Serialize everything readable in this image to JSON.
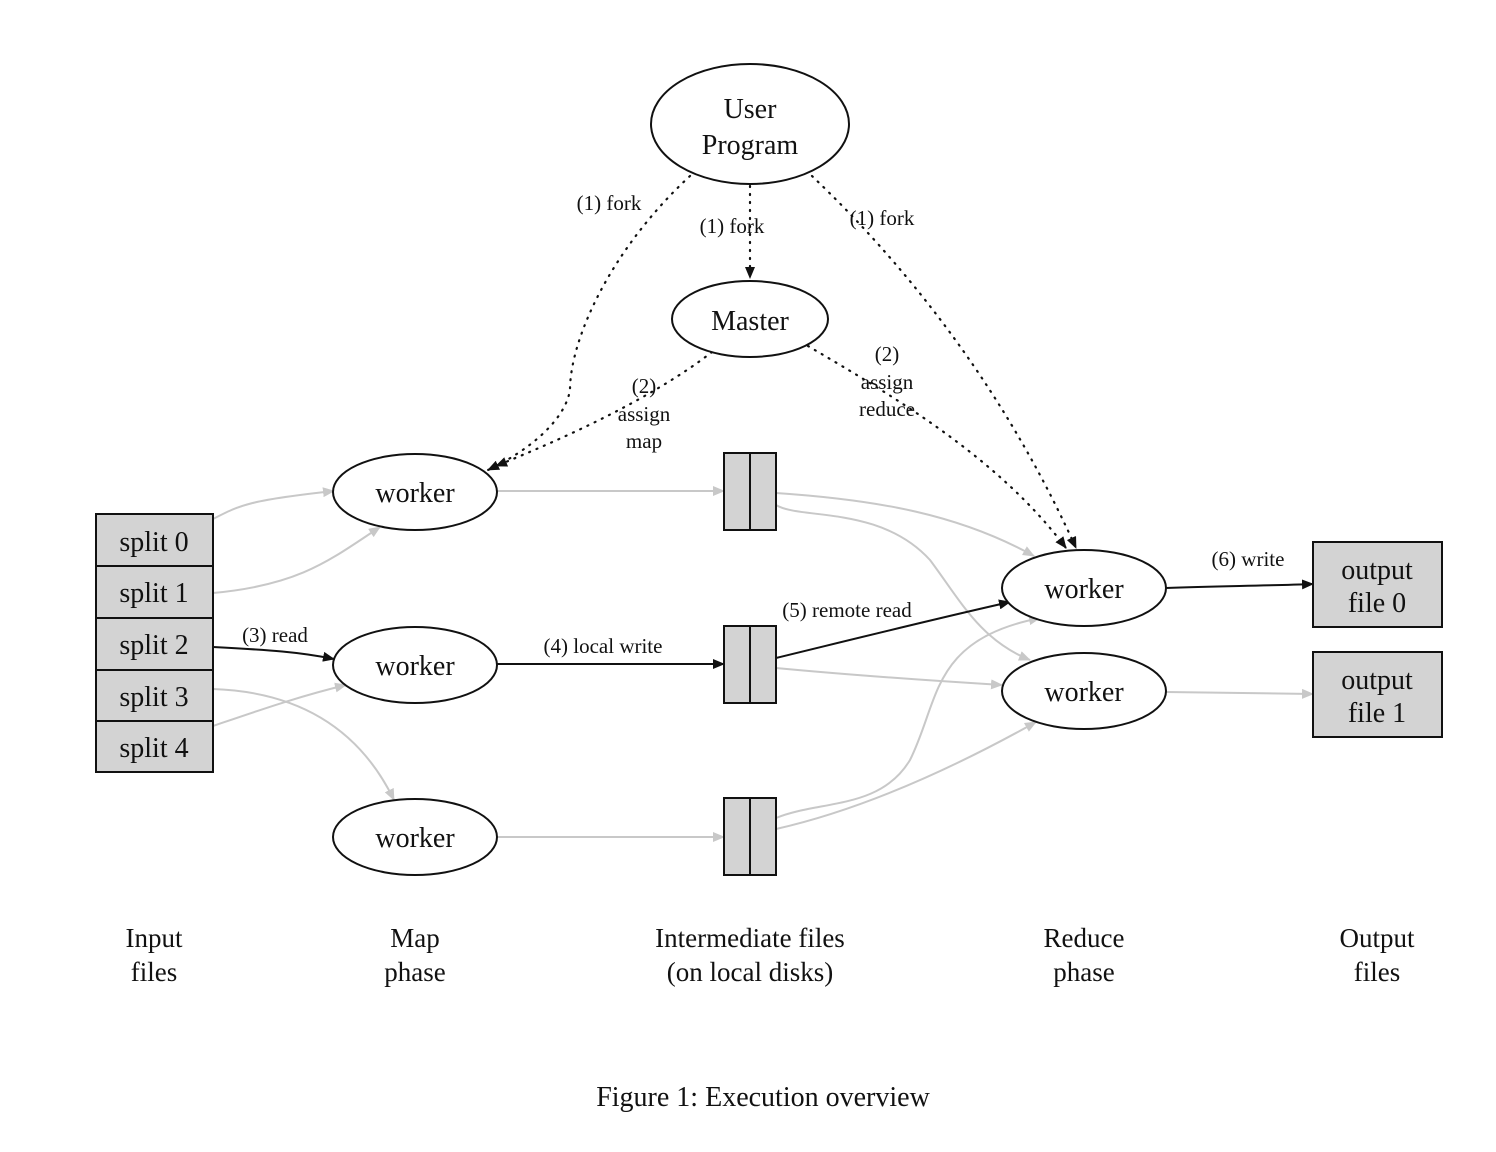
{
  "colors": {
    "box_fill": "#d3d3d3",
    "line": "#111111",
    "grey_edge": "#c8c8c8"
  },
  "nodes": {
    "user_program": [
      "User",
      "Program"
    ],
    "master": "Master",
    "map_workers": [
      "worker",
      "worker",
      "worker"
    ],
    "reduce_workers": [
      "worker",
      "worker"
    ],
    "splits": [
      "split 0",
      "split 1",
      "split 2",
      "split 3",
      "split 4"
    ],
    "outputs": [
      [
        "output",
        "file 0"
      ],
      [
        "output",
        "file 1"
      ]
    ]
  },
  "edge_labels": {
    "fork_left": "(1) fork",
    "fork_center": "(1) fork",
    "fork_right": "(1) fork",
    "assign_map": [
      "(2)",
      "assign",
      "map"
    ],
    "assign_reduce": [
      "(2)",
      "assign",
      "reduce"
    ],
    "read": "(3) read",
    "local_write": "(4) local write",
    "remote_read": "(5) remote read",
    "write": "(6) write"
  },
  "columns": {
    "input": [
      "Input",
      "files"
    ],
    "map": [
      "Map",
      "phase"
    ],
    "intermediate": [
      "Intermediate files",
      "(on local disks)"
    ],
    "reduce": [
      "Reduce",
      "phase"
    ],
    "output": [
      "Output",
      "files"
    ]
  },
  "caption": "Figure 1: Execution overview"
}
